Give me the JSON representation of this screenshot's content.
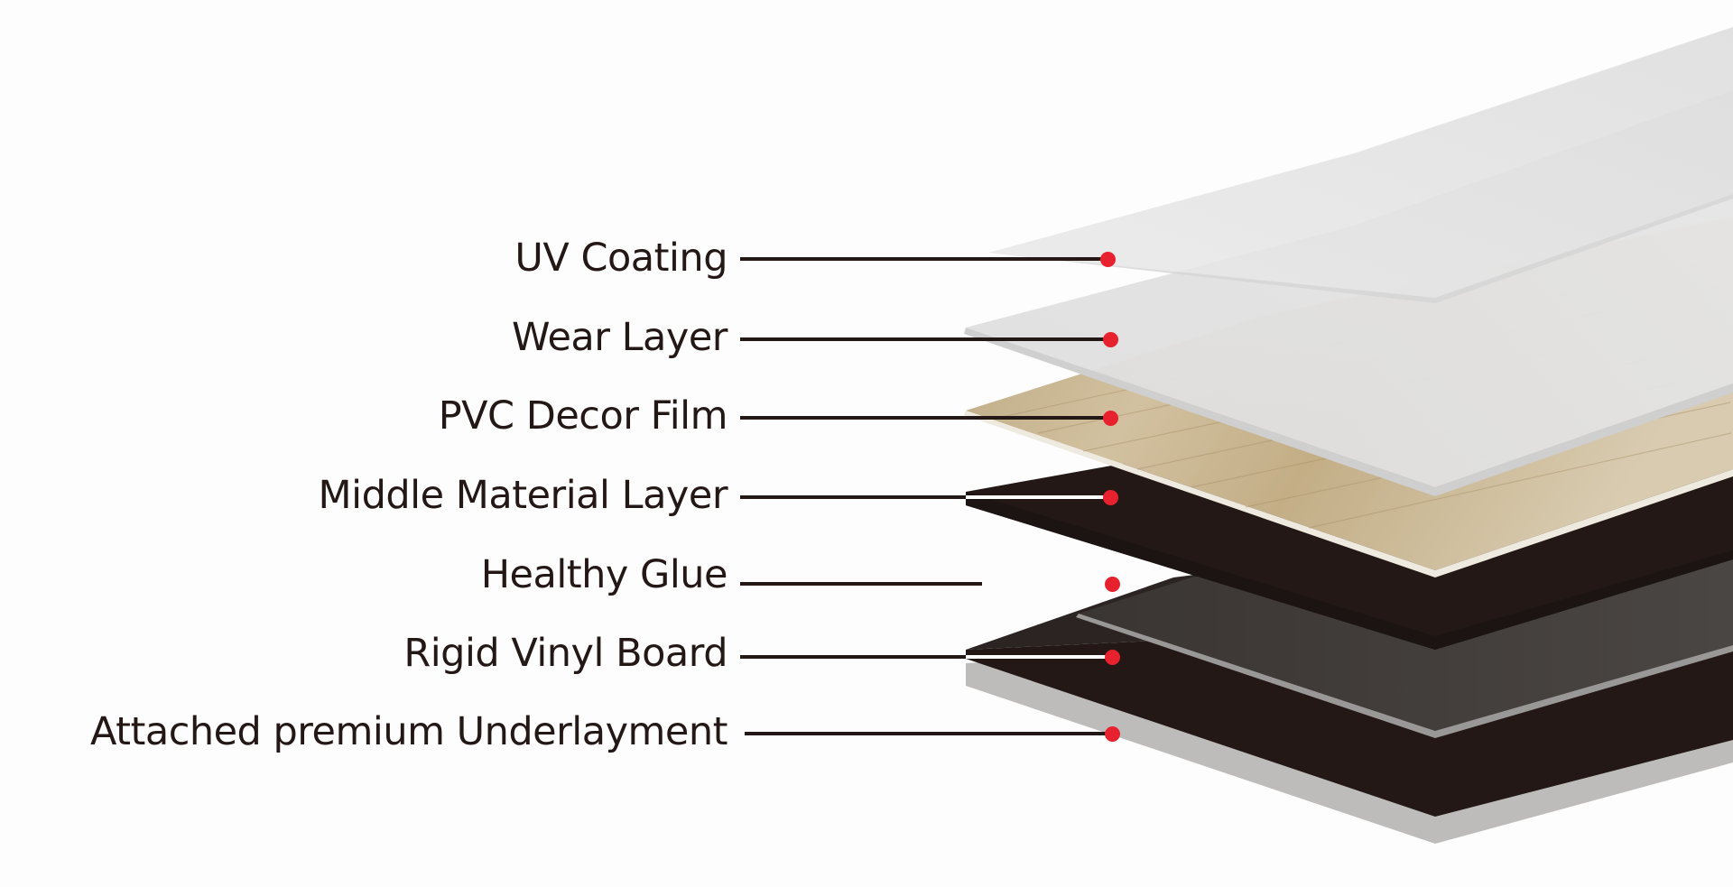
{
  "layers": [
    {
      "key": "uv-coating",
      "label": "UV Coating"
    },
    {
      "key": "wear-layer",
      "label": "Wear Layer"
    },
    {
      "key": "pvc-decor-film",
      "label": "PVC Decor Film"
    },
    {
      "key": "middle-material-layer",
      "label": "Middle Material Layer"
    },
    {
      "key": "healthy-glue",
      "label": "Healthy Glue"
    },
    {
      "key": "rigid-vinyl-board",
      "label": "Rigid Vinyl Board"
    },
    {
      "key": "underlayment",
      "label": "Attached premium Underlayment"
    }
  ],
  "colors": {
    "text": "#231815",
    "marker": "#e8212e",
    "background": "#fdfdfd",
    "dark_layer": "#231815",
    "decor_wood": "#c9b48f"
  }
}
